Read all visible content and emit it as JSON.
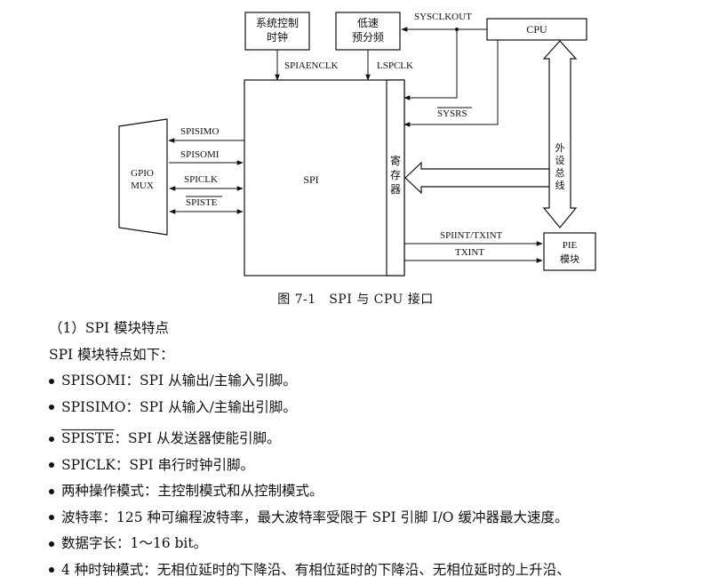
{
  "diagram": {
    "blocks": {
      "sys_clock": [
        "系统控制",
        "时钟"
      ],
      "lsp_prescaler": [
        "低速",
        "预分频"
      ],
      "cpu": "CPU",
      "spi": "SPI",
      "gpio_mux": [
        "GPIO",
        "MUX"
      ],
      "register": [
        "寄",
        "存",
        "器"
      ],
      "pie": [
        "PIE",
        "模块"
      ]
    },
    "signals": {
      "sysclkout": "SYSCLKOUT",
      "spiaenclk": "SPIAENCLK",
      "lspclk": "LSPCLK",
      "sysrs": "SYSRS",
      "spisimo": "SPISIMO",
      "spisomi": "SPISOMI",
      "spiclk": "SPICLK",
      "spiste": "SPISTE",
      "spiint": "SPIINT/TXINT",
      "txint": "TXINT",
      "periph_bus": [
        "外",
        "设",
        "总",
        "线"
      ]
    }
  },
  "caption": "图 7-1　SPI 与 CPU 接口",
  "section_title": "（1）SPI 模块特点",
  "intro": "SPI 模块特点如下：",
  "bullets": [
    {
      "pre": "",
      "over": "",
      "post": "SPISOMI：SPI 从输出/主输入引脚。"
    },
    {
      "pre": "",
      "over": "",
      "post": "SPISIMO：SPI 从输入/主输出引脚。"
    },
    {
      "pre": "",
      "over": "SPISTE",
      "post": "：SPI 从发送器使能引脚。"
    },
    {
      "pre": "",
      "over": "",
      "post": "SPICLK：SPI 串行时钟引脚。"
    },
    {
      "pre": "",
      "over": "",
      "post": "两种操作模式：主控制模式和从控制模式。"
    },
    {
      "pre": "",
      "over": "",
      "post": "波特率：125 种可编程波特率，最大波特率受限于 SPI 引脚 I/O 缓冲器最大速度。"
    },
    {
      "pre": "",
      "over": "",
      "post": "数据字长：1～16 bit。"
    },
    {
      "pre": "",
      "over": "",
      "post": "4 种时钟模式：无相位延时的下降沿、有相位延时的下降沿、无相位延时的上升沿、"
    }
  ]
}
